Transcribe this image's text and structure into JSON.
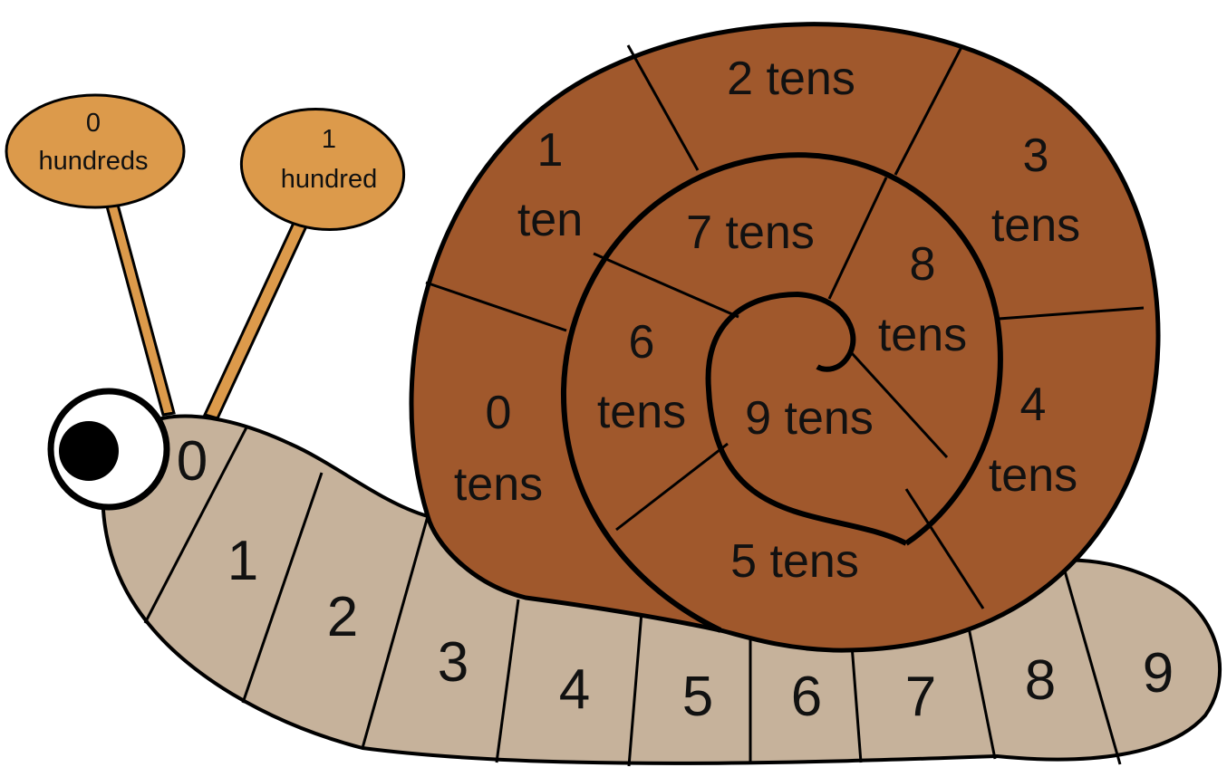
{
  "antennae": [
    {
      "top": "0",
      "bottom": "hundreds"
    },
    {
      "top": "1",
      "bottom": "hundred"
    }
  ],
  "body_segments": [
    "0",
    "1",
    "2",
    "3",
    "4",
    "5",
    "6",
    "7",
    "8",
    "9"
  ],
  "shell_sections": [
    {
      "lines": [
        "0",
        "tens"
      ]
    },
    {
      "lines": [
        "1",
        "ten"
      ]
    },
    {
      "lines": [
        "2 tens"
      ]
    },
    {
      "lines": [
        "3",
        "tens"
      ]
    },
    {
      "lines": [
        "4",
        "tens"
      ]
    },
    {
      "lines": [
        "5 tens"
      ]
    },
    {
      "lines": [
        "6",
        "tens"
      ]
    },
    {
      "lines": [
        "7 tens"
      ]
    },
    {
      "lines": [
        "8",
        "tens"
      ]
    },
    {
      "lines": [
        "9 tens"
      ]
    }
  ],
  "colors": {
    "body": "#c6b29b",
    "shell": "#a0582c",
    "antenna": "#dc9a4b"
  }
}
